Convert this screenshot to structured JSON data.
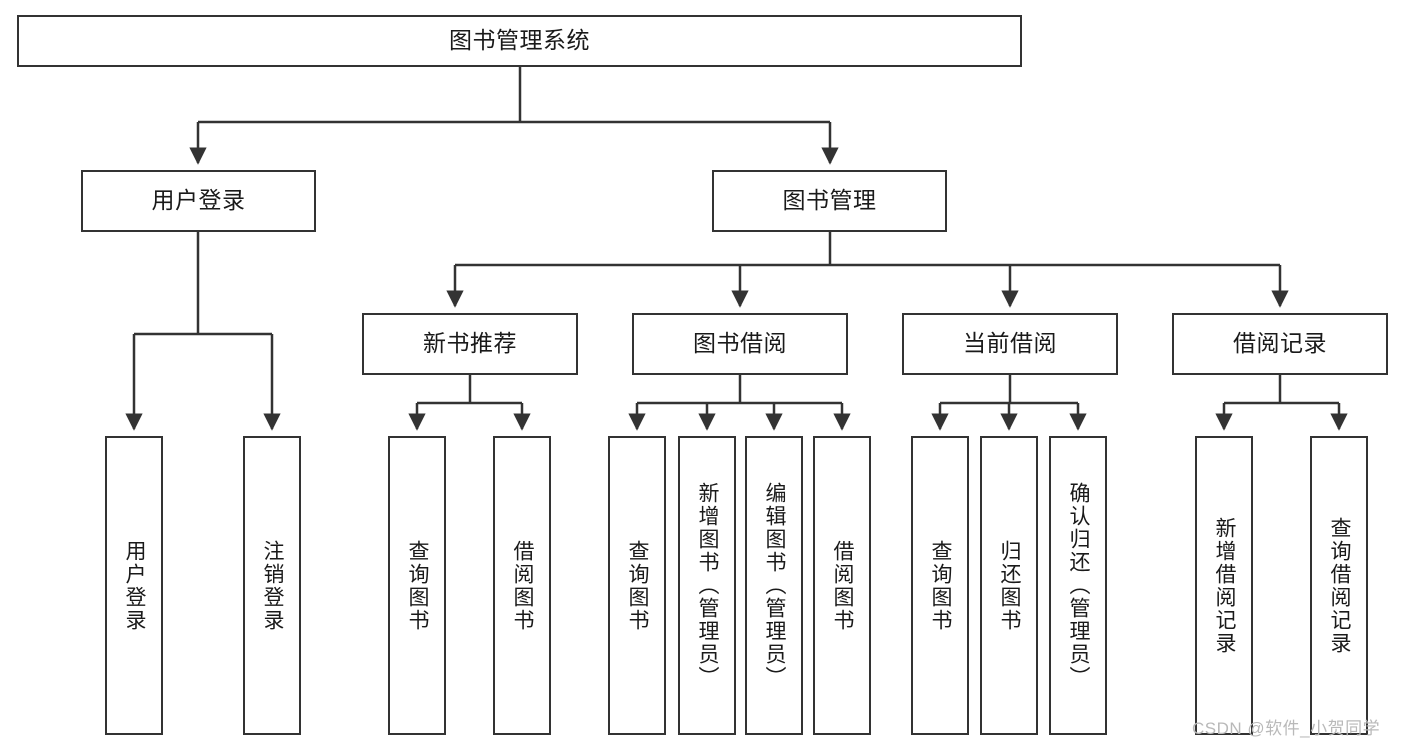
{
  "diagram": {
    "title": "图书管理系统",
    "type": "tree-hierarchy-chart",
    "root": {
      "label": "图书管理系统"
    },
    "level2": [
      {
        "label": "用户登录"
      },
      {
        "label": "图书管理"
      }
    ],
    "level3": [
      {
        "label": "新书推荐"
      },
      {
        "label": "图书借阅"
      },
      {
        "label": "当前借阅"
      },
      {
        "label": "借阅记录"
      }
    ],
    "leaves": {
      "user_login": [
        {
          "label": "用户登录"
        },
        {
          "label": "注销登录"
        }
      ],
      "new_book_recommend": [
        {
          "label": "查询图书"
        },
        {
          "label": "借阅图书"
        }
      ],
      "book_borrow": [
        {
          "label": "查询图书"
        },
        {
          "label": "新增图书（管理员）"
        },
        {
          "label": "编辑图书（管理员）"
        },
        {
          "label": "借阅图书"
        }
      ],
      "current_borrow": [
        {
          "label": "查询图书"
        },
        {
          "label": "归还图书"
        },
        {
          "label": "确认归还（管理员）"
        }
      ],
      "borrow_record": [
        {
          "label": "新增借阅记录"
        },
        {
          "label": "查询借阅记录"
        }
      ]
    }
  },
  "watermark": {
    "text": "CSDN @软件_小贺同学"
  },
  "colors": {
    "border": "#333333",
    "background": "#ffffff",
    "text": "#1a1a1a",
    "watermark": "#b9b9b9"
  }
}
